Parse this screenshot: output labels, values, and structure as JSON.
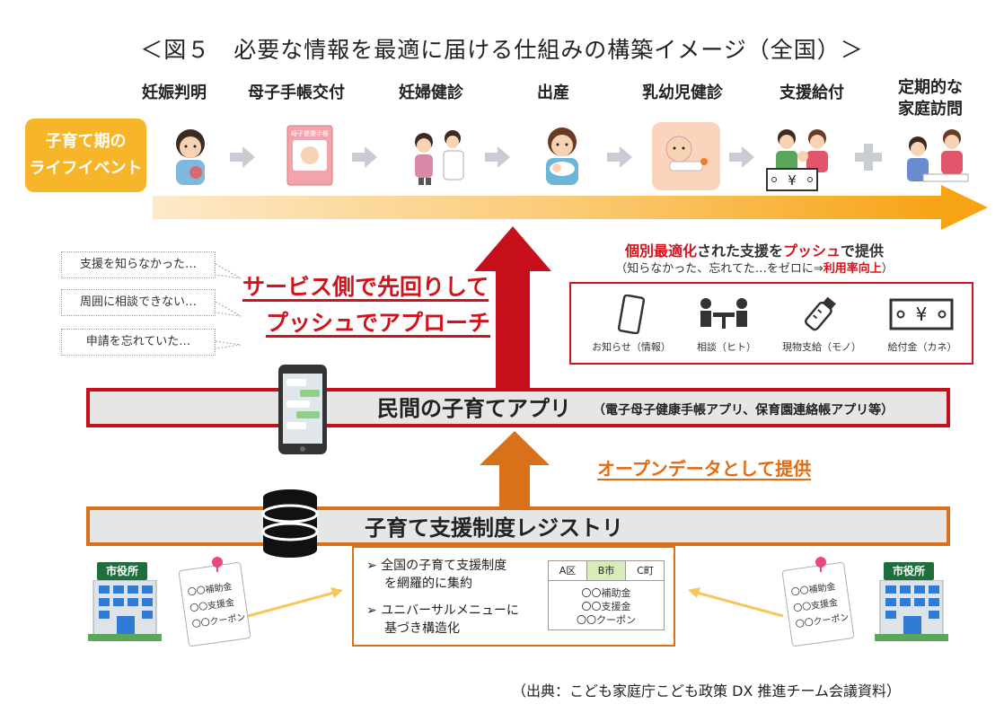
{
  "title": "＜図５　必要な情報を最適に届ける仕組みの構築イメージ（全国）＞",
  "life_event_label_line1": "子育て期の",
  "life_event_label_line2": "ライフイベント",
  "stages": [
    {
      "label": "妊娠判明",
      "icon": "pregnant-woman-icon"
    },
    {
      "label": "母子手帳交付",
      "icon": "maternal-handbook-icon",
      "book_text": "母子健康手帳"
    },
    {
      "label": "妊婦健診",
      "icon": "prenatal-checkup-icon"
    },
    {
      "label": "出産",
      "icon": "mother-baby-icon"
    },
    {
      "label": "乳幼児健診",
      "icon": "infant-checkup-icon"
    },
    {
      "label": "支援給付",
      "icon": "family-money-icon",
      "money_text": "¥"
    },
    {
      "label_line1": "定期的な",
      "label_line2": "家庭訪問",
      "icon": "home-visit-icon"
    }
  ],
  "bubbles": [
    "支援を知らなかった…",
    "周囲に相談できない…",
    "申請を忘れていた…"
  ],
  "push_line1": "サービス側で先回りして",
  "push_line2": "プッシュでアプローチ",
  "personal": {
    "part1": "個別最適化",
    "part2": "された支援を",
    "part3": "プッシュ",
    "part4": "で提供",
    "sub_part1": "（知らなかった、忘れてた…をゼロに⇒",
    "sub_part2": "利用率向上",
    "sub_part3": "）"
  },
  "support_items": [
    {
      "label": "お知らせ（情報）",
      "icon": "smartphone-icon"
    },
    {
      "label": "相談（ヒト）",
      "icon": "consultation-icon"
    },
    {
      "label": "現物支給（モノ）",
      "icon": "baby-bottle-icon"
    },
    {
      "label": "給付金（カネ）",
      "icon": "banknote-icon",
      "symbol": "¥"
    }
  ],
  "app_title": "民間の子育てアプリ",
  "app_sub": "（電子母子健康手帳アプリ、保育園連絡帳アプリ等）",
  "open_data": "オープンデータとして提供",
  "registry_title": "子育て支援制度レジストリ",
  "registry_bullets": [
    {
      "line1": "全国の子育て支援制度",
      "line2": "を網羅的に集約"
    },
    {
      "line1": "ユニバーサルメニューに",
      "line2": "基づき構造化"
    }
  ],
  "bullet_mark": "➢",
  "mini_table": {
    "headers": [
      "A区",
      "B市",
      "C町"
    ],
    "rows": [
      "〇〇補助金",
      "〇〇支援金",
      "〇〇クーポン"
    ]
  },
  "documents": {
    "left": [
      "〇〇補助金",
      "〇〇支援金",
      "〇〇クーポン"
    ],
    "right": [
      "〇〇補助金",
      "〇〇支援金",
      "〇〇クーポン"
    ]
  },
  "city_hall_label": "市役所",
  "source": "（出典：こども家庭庁こども政策 DX 推進チーム会議資料）",
  "colors": {
    "accent_red": "#c8101d",
    "accent_orange": "#d9711a",
    "timeline_orange": "#f7a414",
    "life_label_bg": "#f7b52a"
  }
}
